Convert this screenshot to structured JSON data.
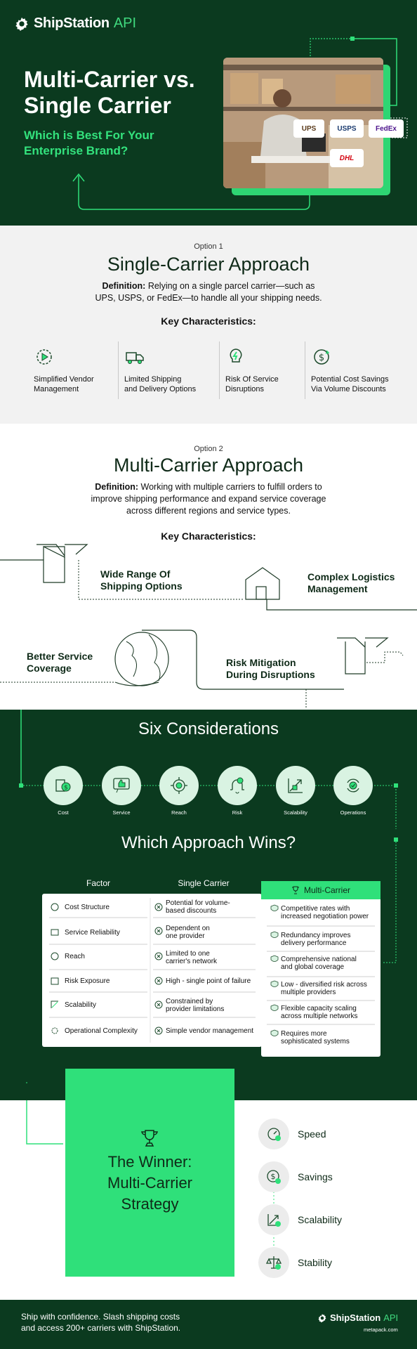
{
  "brand": {
    "name": "ShipStation",
    "suffix": "API",
    "domain": "metapack.com"
  },
  "hero": {
    "title_line1": "Multi-Carrier vs.",
    "title_line2": "Single Carrier",
    "subtitle_line1": "Which is Best For Your",
    "subtitle_line2": "Enterprise Brand?",
    "carriers": [
      "UPS",
      "USPS",
      "FedEx",
      "DHL"
    ]
  },
  "single": {
    "option": "Option 1",
    "title": "Single-Carrier Approach",
    "def_label": "Definition:",
    "def_line1": " Relying on a single parcel carrier—such as",
    "def_line2": "UPS, USPS, or FedEx—to handle all your shipping needs.",
    "kc_title": "Key Characteristics:",
    "items": [
      {
        "l1": "Simplified Vendor",
        "l2": "Management"
      },
      {
        "l1": "Limited Shipping",
        "l2": "and Delivery Options"
      },
      {
        "l1": "Risk Of Service",
        "l2": "Disruptions"
      },
      {
        "l1": "Potential Cost Savings",
        "l2": "Via Volume Discounts"
      }
    ]
  },
  "multi": {
    "option": "Option 2",
    "title": "Multi-Carrier Approach",
    "def_label": "Definition:",
    "def_line1": " Working with multiple carriers to fulfill orders to",
    "def_line2": "improve shipping performance and expand service coverage",
    "def_line3": "across different regions and service types.",
    "kc_title": "Key Characteristics:",
    "items": [
      {
        "l1": "Wide Range Of",
        "l2": "Shipping Options"
      },
      {
        "l1": "Complex Logistics",
        "l2": "Management"
      },
      {
        "l1": "Better Service",
        "l2": "Coverage"
      },
      {
        "l1": "Risk Mitigation",
        "l2": "During Disruptions"
      }
    ]
  },
  "considerations": {
    "title": "Six Considerations",
    "items": [
      "Cost",
      "Service",
      "Reach",
      "Risk",
      "Scalability",
      "Operations"
    ]
  },
  "comparison": {
    "title": "Which Approach Wins?",
    "headers": {
      "factor": "Factor",
      "single": "Single Carrier",
      "multi": "Multi-Carrier"
    },
    "rows": [
      {
        "factor": "Cost Structure",
        "single_l1": "Potential for volume-",
        "single_l2": "based discounts",
        "multi_l1": "Competitive rates with",
        "multi_l2": "increased negotiation power"
      },
      {
        "factor": "Service Reliability",
        "single_l1": "Dependent on",
        "single_l2": "one provider",
        "multi_l1": "Redundancy improves",
        "multi_l2": "delivery performance"
      },
      {
        "factor": "Reach",
        "single_l1": "Limited to one",
        "single_l2": "carrier's network",
        "multi_l1": "Comprehensive national",
        "multi_l2": "and global coverage"
      },
      {
        "factor": "Risk Exposure",
        "single_l1": "High - single point of failure",
        "single_l2": "",
        "multi_l1": "Low - diversified risk across",
        "multi_l2": "multiple providers"
      },
      {
        "factor": "Scalability",
        "single_l1": "Constrained by",
        "single_l2": "provider limitations",
        "multi_l1": "Flexible capacity scaling",
        "multi_l2": "across multiple networks"
      },
      {
        "factor": "Operational Complexity",
        "single_l1": "Simple vendor management",
        "single_l2": "",
        "multi_l1": "Requires more",
        "multi_l2": "sophisticated systems"
      }
    ]
  },
  "winner": {
    "line1": "The Winner:",
    "line2": "Multi-Carrier",
    "line3": "Strategy",
    "benefits": [
      "Speed",
      "Savings",
      "Scalability",
      "Stability"
    ]
  },
  "footer": {
    "line1": "Ship with confidence. Slash shipping costs",
    "line2": "and access 200+ carriers with ShipStation."
  },
  "colors": {
    "dark_green": "#0b3a1f",
    "accent_green": "#2fe07a",
    "light_bg": "#f2f2f2"
  }
}
